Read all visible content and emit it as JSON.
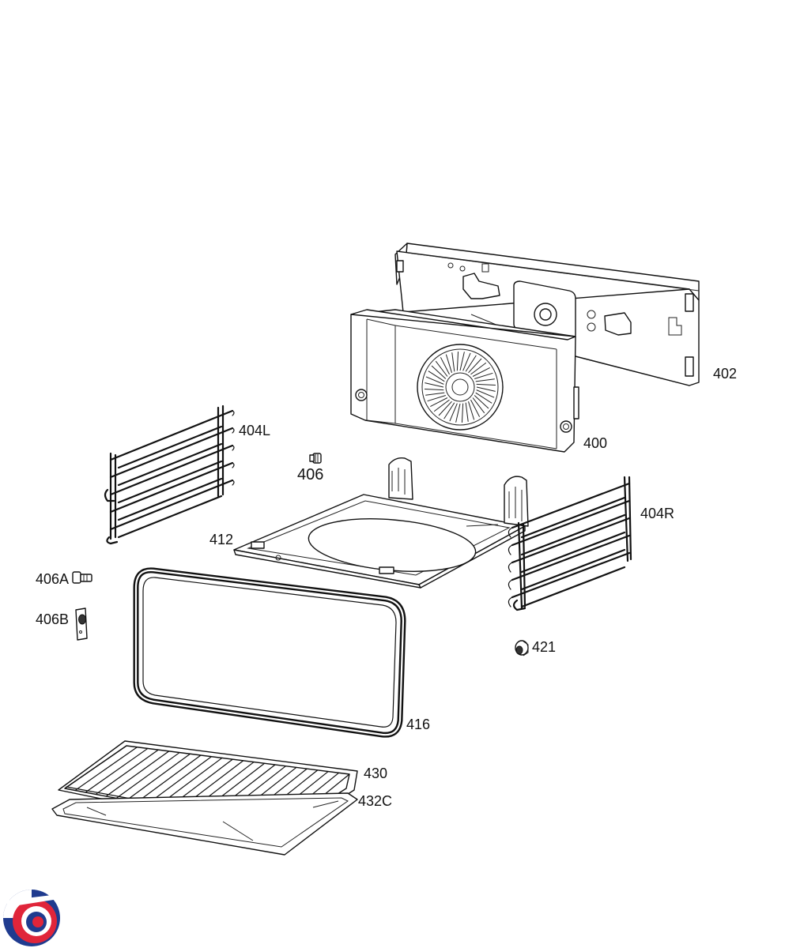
{
  "labels": {
    "p402": "402",
    "p400": "400",
    "p404L": "404L",
    "p406": "406",
    "p404R": "404R",
    "p412": "412",
    "p406A": "406A",
    "p406B": "406B",
    "p421": "421",
    "p416": "416",
    "p430": "430",
    "p432C": "432C"
  },
  "logo": {
    "colors": {
      "blue": "#1f3b8f",
      "red": "#e0253a"
    }
  }
}
